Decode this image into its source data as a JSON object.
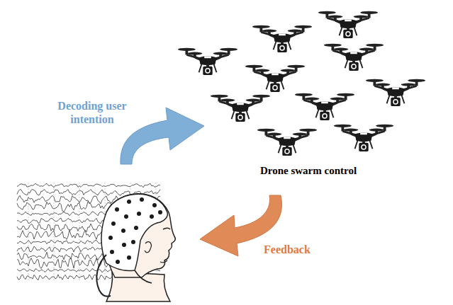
{
  "diagram": {
    "labels": [
      "Decoding user intention",
      "Drone swarm control",
      "Feedback"
    ]
  }
}
